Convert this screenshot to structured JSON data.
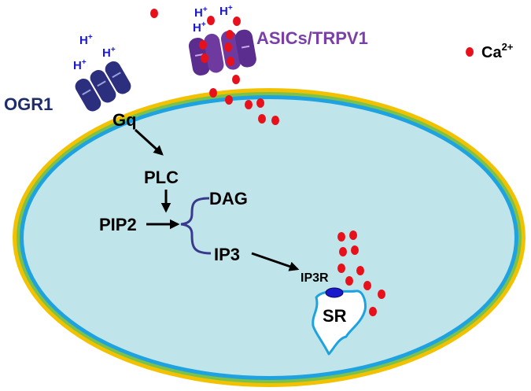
{
  "labels": {
    "ogr1": "OGR1",
    "asics_trpv1": "ASICs/TRPV1",
    "calcium_legend": "Ca",
    "calcium_charge": "2+",
    "gq": "Gq",
    "plc": "PLC",
    "pip2": "PIP2",
    "dag": "DAG",
    "ip3": "IP3",
    "ip3r": "IP3R",
    "sr": "SR",
    "proton": "H",
    "proton_charge": "+"
  },
  "colors": {
    "cell_fill": "#bfe5ea",
    "membrane_outer": "#f2c200",
    "membrane_mid": "#7cc24a",
    "membrane_inner": "#1fa3e0",
    "ogr1_receptor": "#2b2f7e",
    "ogr1_text": "#1f2d6b",
    "asic_channel": "#5b2d8e",
    "asic_text": "#7a3fa8",
    "proton_text": "#1a1acc",
    "calcium_ion": "#e8101a",
    "arrow": "#000000",
    "bracket": "#3a3a8c",
    "sr_outline": "#1fa3e0",
    "ip3r_receptor": "#1a1acc"
  }
}
